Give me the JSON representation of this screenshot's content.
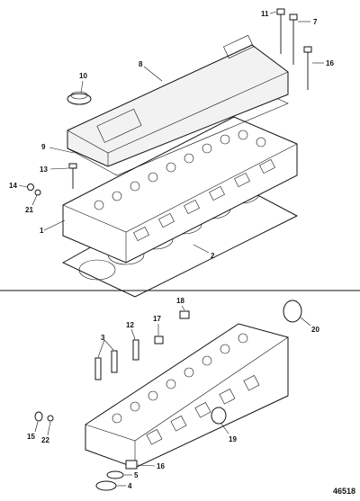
{
  "figure_id": "46518",
  "upper_callouts": [
    {
      "label": "11"
    },
    {
      "label": "7"
    },
    {
      "label": "8"
    },
    {
      "label": "16"
    },
    {
      "label": "10"
    },
    {
      "label": "9"
    },
    {
      "label": "13"
    },
    {
      "label": "14"
    },
    {
      "label": "21"
    },
    {
      "label": "1"
    },
    {
      "label": "2"
    }
  ],
  "lower_callouts": [
    {
      "label": "18"
    },
    {
      "label": "17"
    },
    {
      "label": "12"
    },
    {
      "label": "20"
    },
    {
      "label": "3"
    },
    {
      "label": "15"
    },
    {
      "label": "22"
    },
    {
      "label": "19"
    },
    {
      "label": "16"
    },
    {
      "label": "5"
    },
    {
      "label": "4"
    }
  ]
}
